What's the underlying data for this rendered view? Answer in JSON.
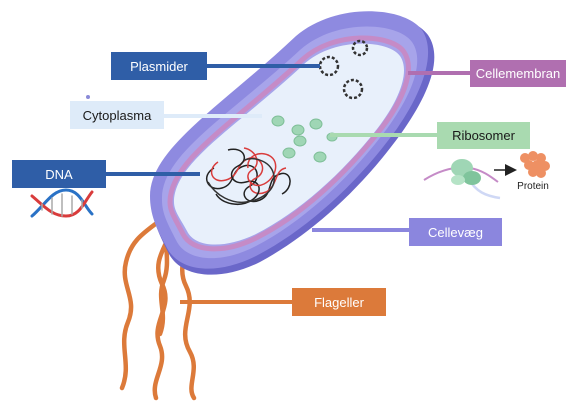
{
  "diagram": {
    "labels": {
      "plasmider": "Plasmider",
      "cytoplasma": "Cytoplasma",
      "dna": "DNA",
      "cellemembran": "Cellemembran",
      "ribosomer": "Ribosomer",
      "cellevaeg": "Cellevæg",
      "flageller": "Flageller",
      "protein": "Protein"
    },
    "colors": {
      "cell_wall": "#7b79d6",
      "cell_membrane": "#c58bc7",
      "cytoplasm": "#e8f0fb",
      "plasmid_label": "#2f5ea7",
      "cytoplasm_label": "#deebf9",
      "membrane_label": "#b06fb0",
      "ribosome_label": "#a9dab0",
      "wall_label": "#8b86de",
      "flagella_label": "#dc7a3a",
      "ribosome": "#9fd6b5",
      "protein": "#ee9063"
    },
    "icons": [
      "plasmid-icon",
      "dna-coil-icon",
      "ribosome-icon",
      "dna-helix-icon",
      "protein-icon",
      "arrow-icon"
    ]
  }
}
